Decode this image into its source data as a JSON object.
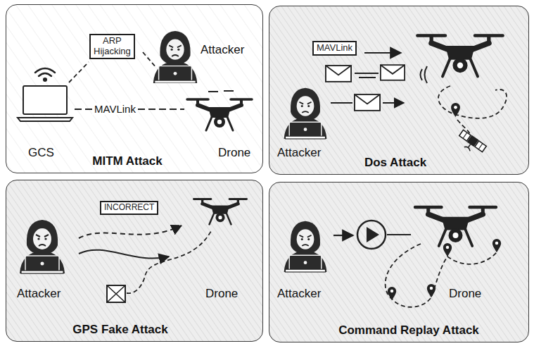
{
  "diagram": {
    "nodes": [
      {
        "text": [
          "MITM Attack"
        ]
      },
      {
        "text": [
          "ARP Hijacking"
        ],
        "in": 0
      },
      {
        "text": [
          "Dos Attack"
        ]
      },
      {
        "text": [
          "MAVLink"
        ],
        "in": 2
      },
      {
        "text": [
          "GPS Fake Attack"
        ]
      },
      {
        "text": [
          "INCORRECT"
        ],
        "in": 4
      },
      {
        "text": [
          "Command Replay Attack"
        ]
      }
    ],
    "labels": [
      "Attacker",
      "MAVLink",
      "GCS",
      "Drone",
      "Attacker",
      "Attacker",
      "Drone",
      "Attacker",
      "Drone"
    ]
  }
}
